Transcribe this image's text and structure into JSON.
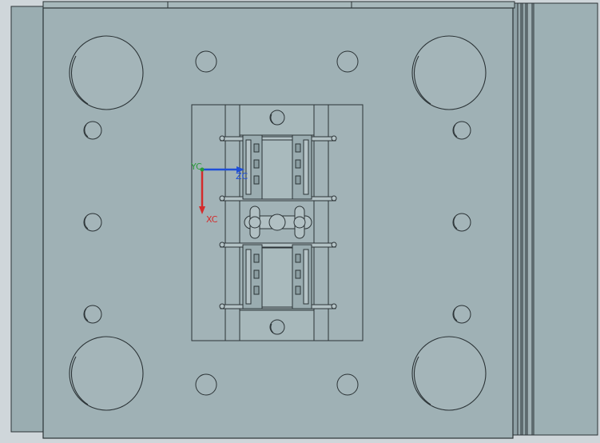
{
  "colors": {
    "background": "#cfd6da",
    "plate_face": "#9fb1b5",
    "plate_side": "#8fa1a6",
    "edge": "#2b3336",
    "axis_x": "#d42b2b",
    "axis_y": "#2a9a3a",
    "axis_z": "#1f4fd8"
  },
  "model_view": {
    "description_free": true,
    "axes": {
      "x_label": "XC",
      "y_label": "YC",
      "z_label": "ZC"
    }
  }
}
